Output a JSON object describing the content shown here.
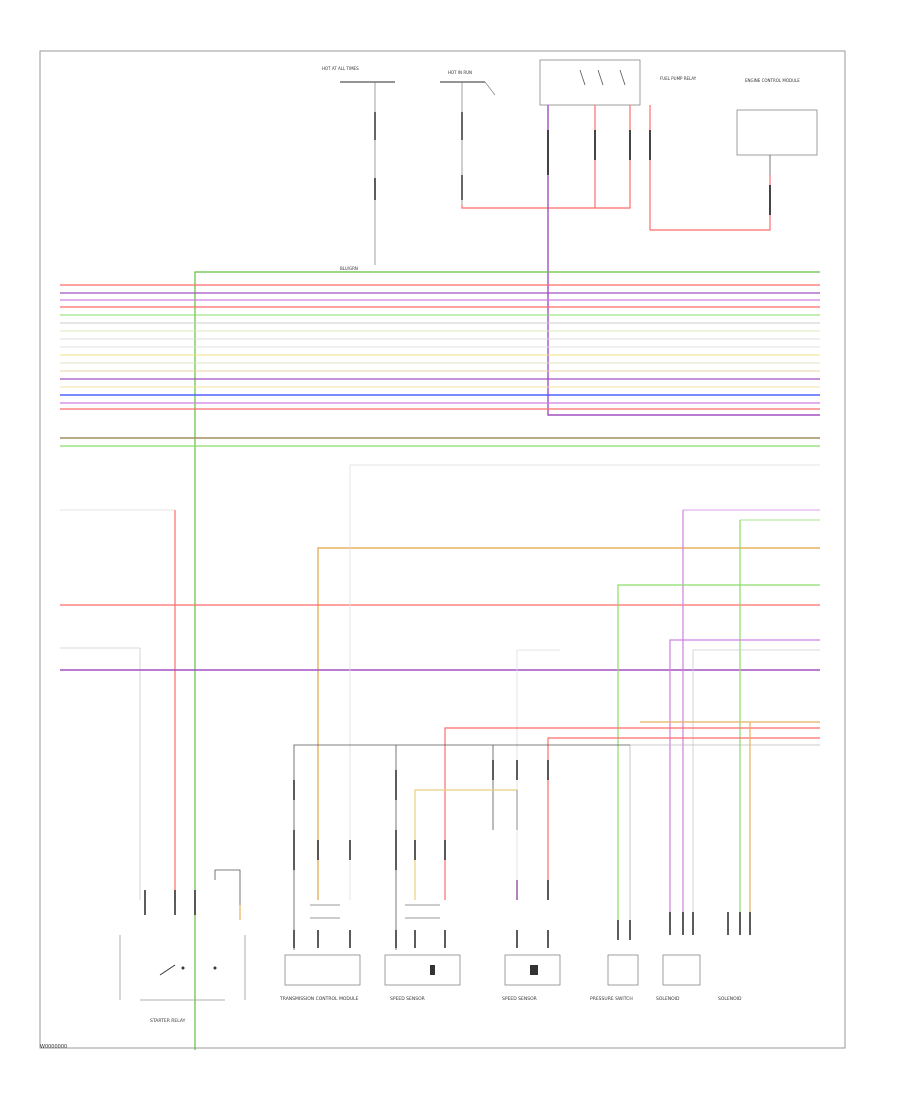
{
  "diagram": {
    "footer_code": "W0000000",
    "top_labels": {
      "fuse_a": "HOT AT ALL TIMES",
      "fuse_b": "HOT IN RUN",
      "relay": "FUEL PUMP RELAY",
      "module_top_right": "ENGINE CONTROL MODULE"
    },
    "bus_label": "BLU/GRN",
    "components": {
      "c1": "STARTER RELAY",
      "c2": "TRANSMISSION CONTROL MODULE",
      "c3": "SPEED SENSOR",
      "c4": "SPEED SENSOR",
      "c5": "PRESSURE SWITCH",
      "c6": "SOLENOID",
      "c7": "SOLENOID"
    },
    "colors": {
      "red": "#ff6b6b",
      "green": "#8bdc6a",
      "purple": "#a050c0",
      "violet": "#d080e0",
      "blue": "#5060ff",
      "orange": "#e8b060",
      "olive": "#a09060",
      "gray": "#bbbbbb",
      "dark": "#555555"
    }
  }
}
